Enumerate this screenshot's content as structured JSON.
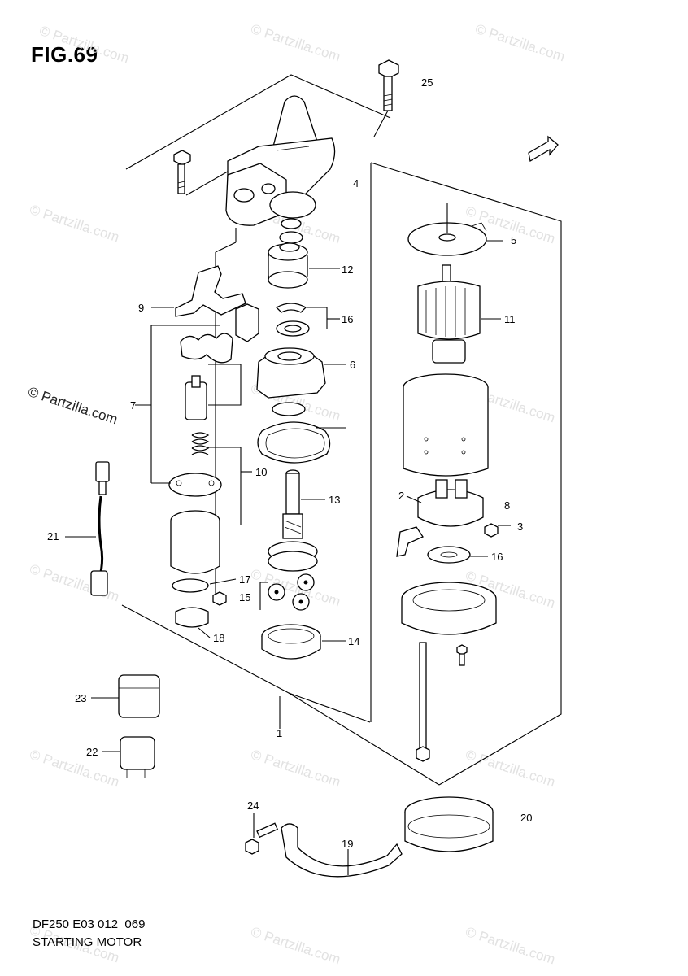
{
  "figure": {
    "id_label": "FIG.69",
    "code": "DF250 E03 012_069",
    "title": "STARTING MOTOR"
  },
  "watermark": {
    "text": "© Partzilla.com",
    "highlight_text": "© Partzilla.com"
  },
  "callouts": [
    {
      "id": "c1",
      "label": "1"
    },
    {
      "id": "c2",
      "label": "2"
    },
    {
      "id": "c3",
      "label": "3"
    },
    {
      "id": "c4",
      "label": "4"
    },
    {
      "id": "c5",
      "label": "5"
    },
    {
      "id": "c6",
      "label": "6"
    },
    {
      "id": "c7",
      "label": "7"
    },
    {
      "id": "c8",
      "label": "8"
    },
    {
      "id": "c9",
      "label": "9"
    },
    {
      "id": "c10",
      "label": "10"
    },
    {
      "id": "c11",
      "label": "11"
    },
    {
      "id": "c12",
      "label": "12"
    },
    {
      "id": "c13",
      "label": "13"
    },
    {
      "id": "c14",
      "label": "14"
    },
    {
      "id": "c15",
      "label": "15"
    },
    {
      "id": "c16a",
      "label": "16"
    },
    {
      "id": "c16b",
      "label": "16"
    },
    {
      "id": "c17",
      "label": "17"
    },
    {
      "id": "c18",
      "label": "18"
    },
    {
      "id": "c19",
      "label": "19"
    },
    {
      "id": "c20",
      "label": "20"
    },
    {
      "id": "c21",
      "label": "21"
    },
    {
      "id": "c22",
      "label": "22"
    },
    {
      "id": "c23",
      "label": "23"
    },
    {
      "id": "c24",
      "label": "24"
    },
    {
      "id": "c25",
      "label": "25"
    }
  ]
}
